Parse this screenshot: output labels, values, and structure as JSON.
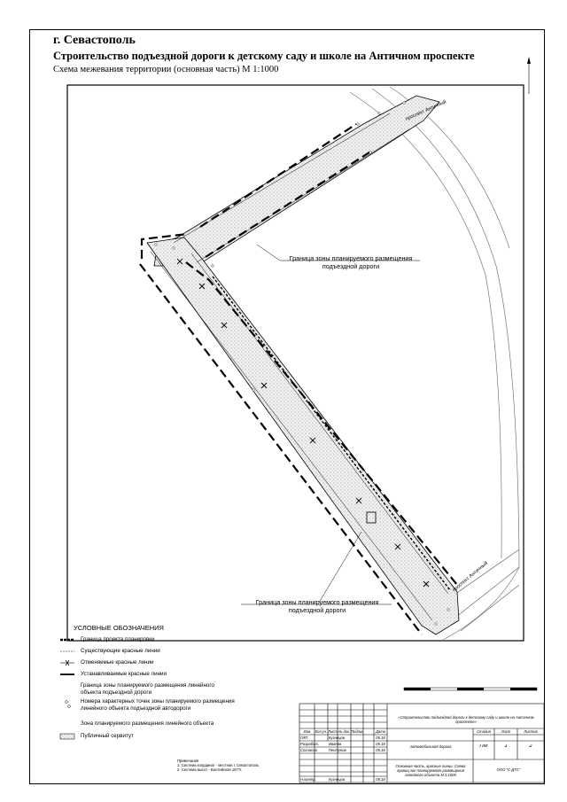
{
  "title": {
    "city": "г. Севастополь",
    "project": "Строительство подъездной дороги к детскому саду и школе на Античном проспекте",
    "scheme": "Схема межевания территории (основная часть) М 1:1000"
  },
  "map": {
    "street_label_top": "проспект Античный",
    "street_label_bottom": "проспект Античный",
    "zone_label_upper": "Граница зоны планируемого размещения подъездной дороги",
    "zone_label_lower": "Граница зоны планируемого размещения подъездной дороги"
  },
  "legend": {
    "heading": "УСЛОВНЫЕ ОБОЗНАЧЕНИЯ",
    "items": [
      "Граница проекта планировки",
      "Существующие красные линии",
      "Отменяемые красные линии",
      "Устанавливаемые красные линии",
      "Граница зоны планируемого размещения линейного объекта подъездной дороги",
      "Номера характерных точек зоны планируемого размещения линейного объекта подъездной автодороги",
      "Зона планируемого размещения линейного объекта",
      "Публичный сервитут"
    ]
  },
  "notes": {
    "heading": "Примечания",
    "lines": [
      "1. Система координат - местная г. Севастополь",
      "2. Система высот - Балтийская 1977г."
    ]
  },
  "stamp": {
    "headers": [
      "Изм.",
      "Кол.уч.",
      "Лист",
      "№ док.",
      "Подпись",
      "Дата"
    ],
    "rows": [
      [
        "ГИП",
        "Кузнецов",
        "05.18"
      ],
      [
        "Разработ.",
        "Иванов",
        "05.18"
      ],
      [
        "Согласов.",
        "Пестунов",
        "05.18"
      ],
      [
        "Н.контр.",
        "Кузнецов",
        "05.18"
      ]
    ],
    "project_title": "«Строительство подъездной дороги к детскому саду и школе на Античном проспекте»",
    "section": "Автомобильная дорога",
    "stage_headers": [
      "Стадия",
      "Лист",
      "Листов"
    ],
    "stage_values": [
      "ПМ",
      "1",
      "2"
    ],
    "sheet_title": "Основная часть, красные линии. Схема границ зон планируемого размещения линейного объекта М 1:1000",
    "org": "ООО \"С-ДТС\""
  }
}
